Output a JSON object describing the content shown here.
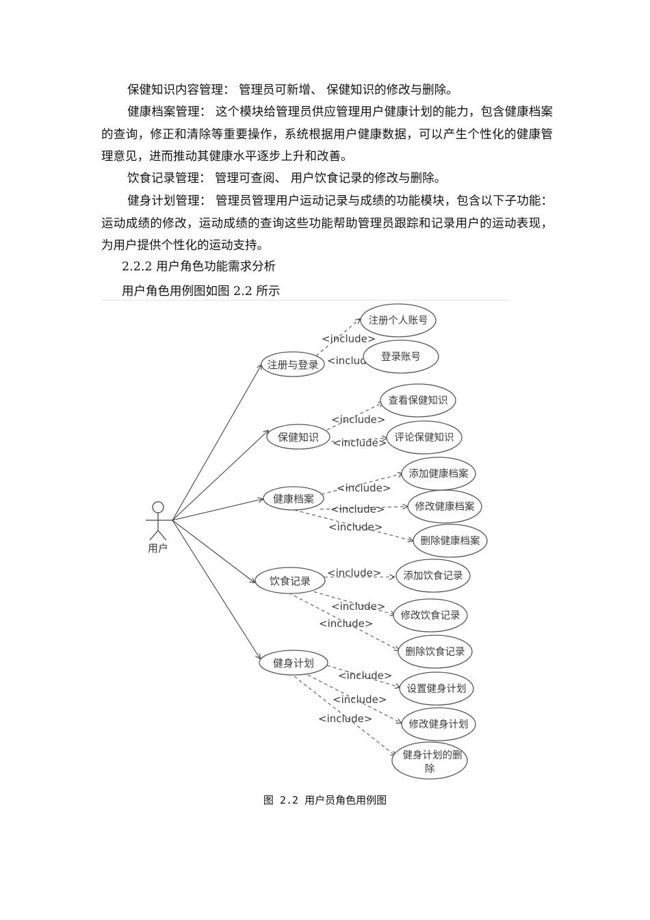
{
  "paragraphs": [
    "保健知识内容管理：  管理员可新增、 保健知识的修改与删除。",
    "健康档案管理：  这个模块给管理员供应管理用户健康计划的能力，包含健康档案的查询，修正和清除等重要操作，系统根据用户健康数据，可以产生个性化的健康管理意见，进而推动其健康水平逐步上升和改善。",
    "饮食记录管理：  管理可查阅、 用户饮食记录的修改与删除。",
    "健身计划管理：  管理员管理用户运动记录与成绩的功能模块，包含以下子功能：运动成绩的修改，运动成绩的查询这些功能帮助管理员跟踪和记录用户的运动表现，为用户提供个性化的运动支持。"
  ],
  "section_heading": "2.2.2 用户角色功能需求分析",
  "figure_intro": "用户角色用例图如图 2.2 所示",
  "diagram": {
    "actor": "用户",
    "include_label": "<include>",
    "groups": [
      {
        "name": "注册与登录",
        "cases": [
          "注册个人账号",
          "登录账号"
        ],
        "visible_labels": [
          "<include>",
          "<includ"
        ]
      },
      {
        "name": "保健知识",
        "cases": [
          "查看保健知识",
          "评论保健知识"
        ]
      },
      {
        "name": "健康档案",
        "cases": [
          "添加健康档案",
          "修改健康档案",
          "删除健康档案"
        ]
      },
      {
        "name": "饮食记录",
        "cases": [
          "添加饮食记录",
          "修改饮食记录",
          "删除饮食记录"
        ]
      },
      {
        "name": "健身计划",
        "cases": [
          "设置健身计划",
          "修改健身计划",
          "健身计划的删除"
        ]
      }
    ],
    "last_case_lines": [
      "健身计划的删",
      "除"
    ]
  },
  "caption": "图 2.2 用户员角色用例图"
}
